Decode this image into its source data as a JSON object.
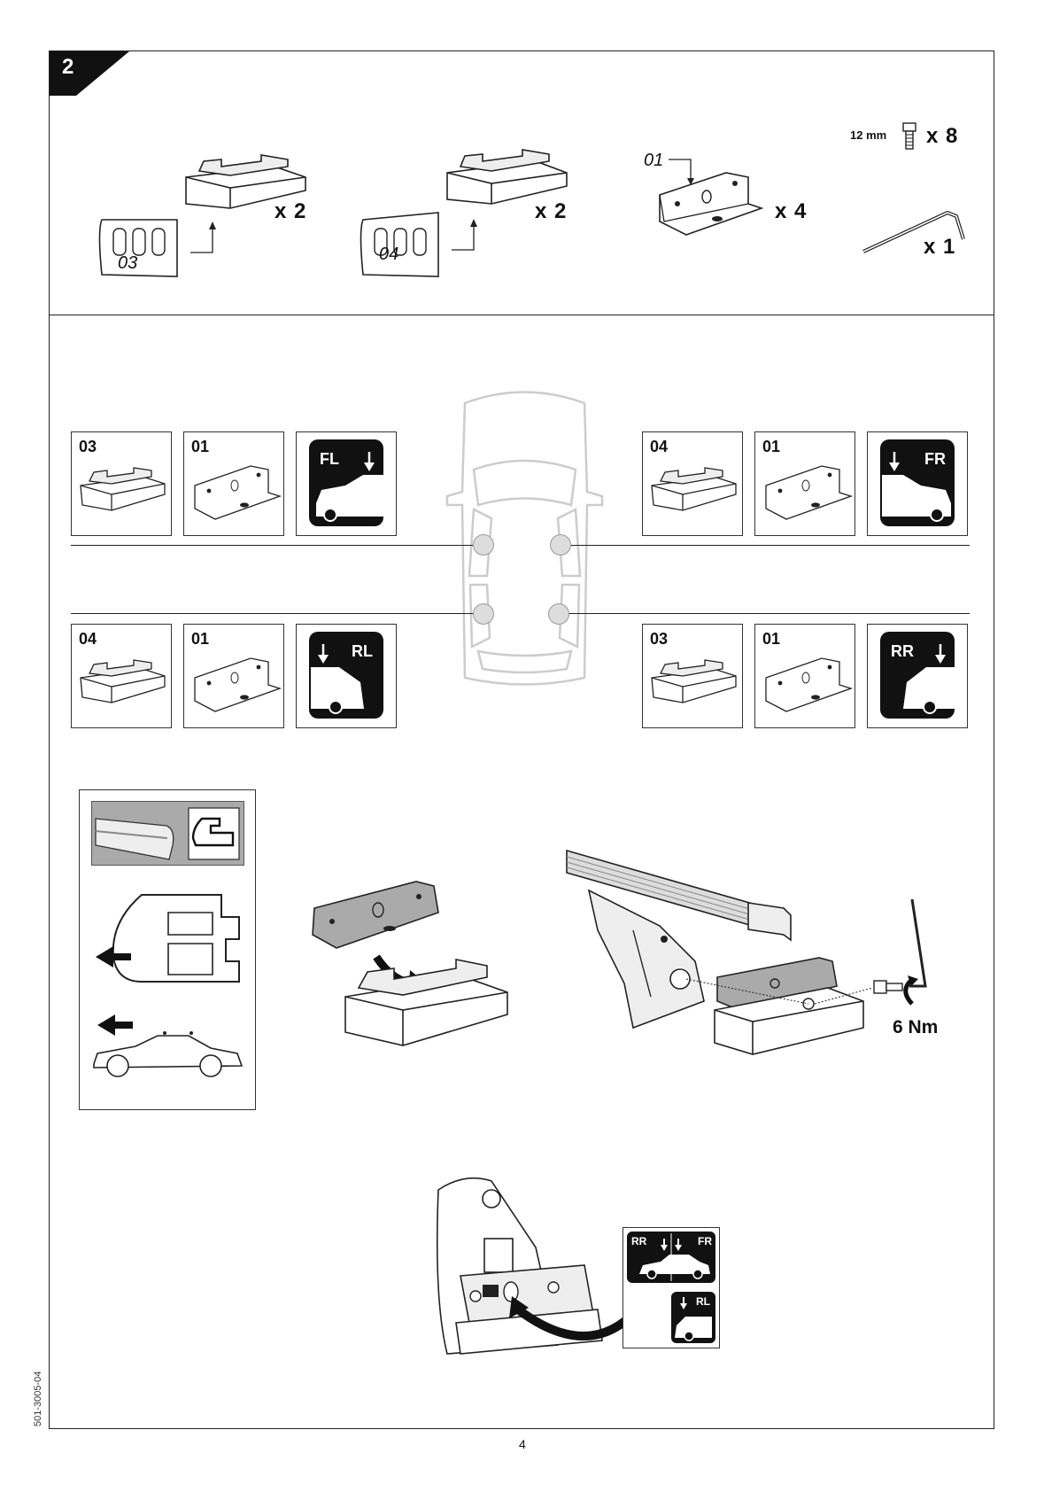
{
  "step": {
    "number": "2"
  },
  "parts": {
    "foot_a": {
      "code": "03",
      "qty": "x 2"
    },
    "foot_b": {
      "code": "04",
      "qty": "x 2"
    },
    "pad": {
      "code": "01",
      "qty": "x 4"
    },
    "screw": {
      "size": "12 mm",
      "qty": "x 8"
    },
    "key": {
      "qty": "x 1"
    }
  },
  "positions": {
    "front_left": {
      "foot": "03",
      "pad": "01",
      "label": "FL"
    },
    "front_right": {
      "foot": "04",
      "pad": "01",
      "label": "FR"
    },
    "rear_left": {
      "foot": "04",
      "pad": "01",
      "label": "RL"
    },
    "rear_right": {
      "foot": "03",
      "pad": "01",
      "label": "RR"
    }
  },
  "torque": "6 Nm",
  "sticker": {
    "rr": "RR",
    "fr": "FR",
    "rl": "RL"
  },
  "footer": {
    "doc_number": "501-3005-04",
    "page_number": "4"
  }
}
